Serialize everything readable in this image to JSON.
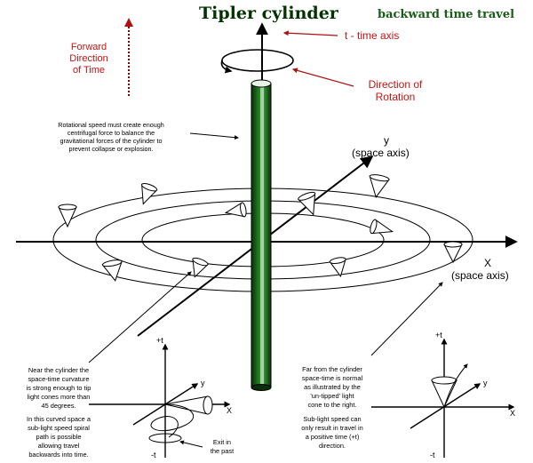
{
  "title": "Tipler cylinder",
  "subtitle": "backward time travel",
  "labels": {
    "time_axis": "t - time axis",
    "rotation_line1": "Direction of",
    "rotation_line2": "Rotation",
    "forward_line1": "Forward",
    "forward_line2": "Direction",
    "forward_line3": "of Time",
    "y_axis": "y",
    "y_axis_sub": "(space axis)",
    "x_axis": "X",
    "x_axis_sub": "(space axis)"
  },
  "notes": {
    "rotational_speed": [
      "Rotational speed must create enough",
      "centrifugal force to balance the",
      "gravitational forces of the cylinder to",
      "prevent collapse or explosion."
    ],
    "near_cylinder": [
      "Near the cylinder the",
      "space-time curvature",
      "is strong enough to tip",
      "light cones more than",
      "45 degrees."
    ],
    "curved_space": [
      "In this curved space a",
      "sub-light speed spiral",
      "path is possible",
      "allowing travel",
      "backwards into time."
    ],
    "far_cylinder": [
      "Far from the cylinder",
      "space-time is normal",
      "as illustrated by the",
      "'un-tipped' light",
      "cone to the right."
    ],
    "sub_light": [
      "Sub-light speed can",
      "only result in travel in",
      "a positive time (+t)",
      "direction."
    ],
    "exit_past": [
      "Exit in",
      "the past"
    ]
  },
  "inset_left": {
    "plus_t": "+t",
    "minus_t": "-t",
    "y": "y",
    "x": "X"
  },
  "inset_right": {
    "plus_t": "+t",
    "minus_t": "-t",
    "y": "y",
    "x": "X"
  },
  "colors": {
    "title": "#003300",
    "subtitle": "#1a5c1a",
    "red_text": "#cc1111",
    "cylinder_green": "#1f7a1f",
    "cylinder_dark": "#0b2e0b"
  }
}
